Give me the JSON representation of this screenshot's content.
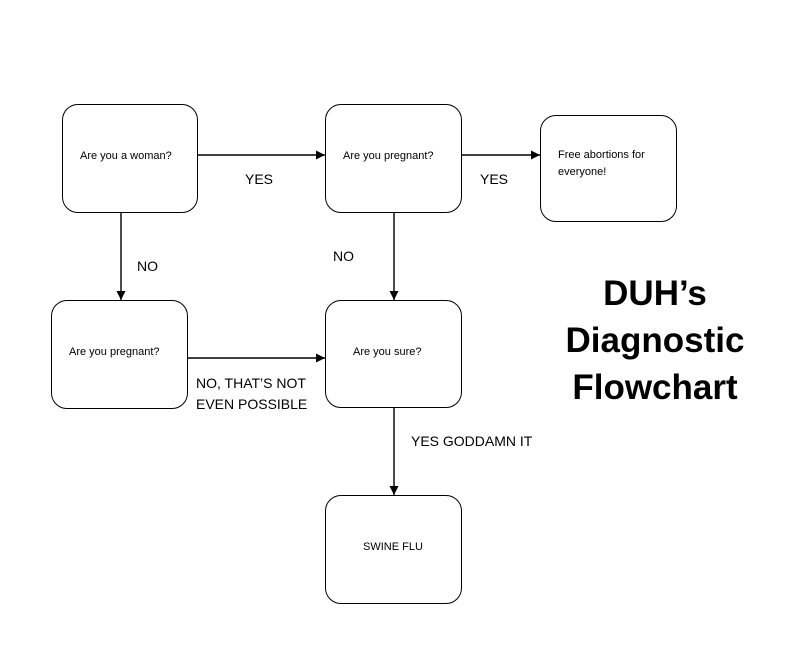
{
  "title": {
    "line1": "DUH’s",
    "line2": "Diagnostic",
    "line3": "Flowchart"
  },
  "nodes": {
    "woman": "Are you a woman?",
    "pregnant_top": "Are you pregnant?",
    "abortions_line1": "Free abortions for",
    "abortions_line2": "everyone!",
    "pregnant_left": "Are you pregnant?",
    "sure": "Are you sure?",
    "swine": "SWINE FLU"
  },
  "edges": {
    "woman_yes": "YES",
    "pregnant_yes": "YES",
    "woman_no": "NO",
    "pregnant_no": "NO",
    "impossible_line1": "NO, THAT’S NOT",
    "impossible_line2": "EVEN POSSIBLE",
    "yes_goddamn": "YES GODDAMN IT"
  }
}
